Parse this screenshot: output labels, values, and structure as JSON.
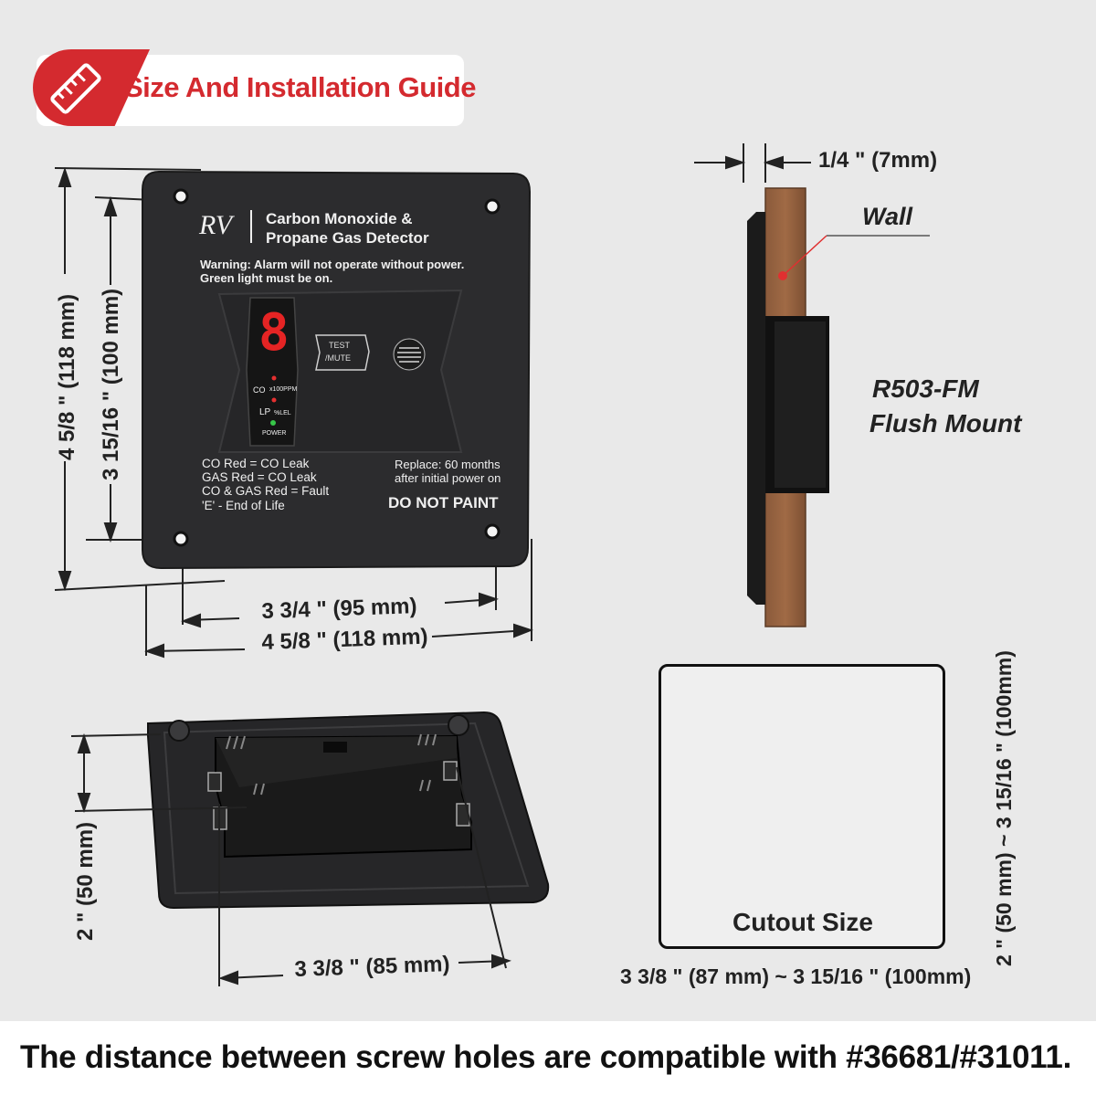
{
  "header": {
    "title": "Size And Installation Guide",
    "icon": "ruler-icon",
    "accent_color": "#d42a2f"
  },
  "front_view": {
    "brand": "RV",
    "product_line1": "Carbon Monoxide &",
    "product_line2": "Propane Gas Detector",
    "warning_line1": "Warning:  Alarm will not operate without power.",
    "warning_line2": "Green light must be on.",
    "display_digit": "8",
    "co_label": "CO",
    "co_unit": "x100PPM",
    "lp_label": "LP",
    "lp_unit": "%LEL",
    "power_label": "POWER",
    "button_line1": "TEST",
    "button_line2": "/MUTE",
    "legend": [
      "CO   Red = CO Leak",
      "GAS Red = CO Leak",
      "CO & GAS Red = Fault",
      "'E'   - End of Life"
    ],
    "replace_line1": "Replace:  60 months",
    "replace_line2": "after initial power on",
    "do_not_paint": "DO NOT PAINT",
    "dim_height_outer": "4 5/8 \" (118 mm)",
    "dim_height_holes": "3 15/16 \" (100 mm)",
    "dim_width_holes": "3 3/4 \" (95 mm)",
    "dim_width_outer": "4 5/8 \" (118 mm)"
  },
  "side_view": {
    "dim_thickness": "1/4 \" (7mm)",
    "wall_label": "Wall",
    "model_line1": "R503-FM",
    "model_line2": "Flush Mount"
  },
  "back_view": {
    "dim_height": "2 \" (50 mm)",
    "dim_width": "3 3/8 \" (85 mm)"
  },
  "cutout": {
    "label": "Cutout Size",
    "dim_width": "3 3/8 \" (87 mm) ~ 3 15/16 \" (100mm)",
    "dim_height": "2 \" (50 mm) ~ 3 15/16 \" (100mm)"
  },
  "footer": {
    "note": "The distance between screw holes are compatible with #36681/#31011."
  }
}
